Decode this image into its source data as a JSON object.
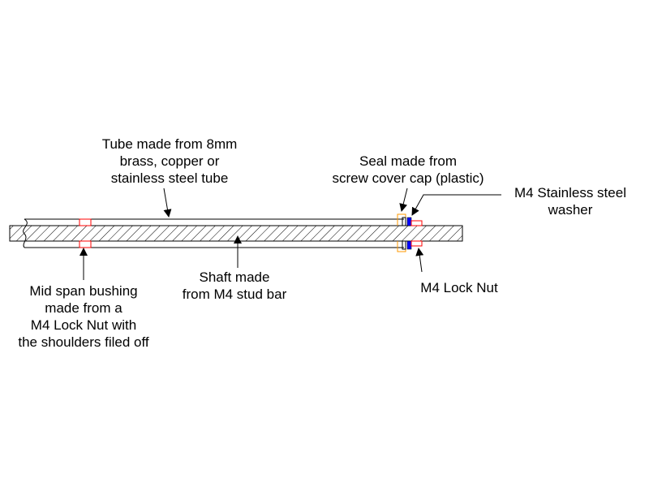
{
  "labels": {
    "tube": [
      "Tube made from 8mm",
      "brass, copper or",
      "stainless steel tube"
    ],
    "seal": [
      "Seal made from",
      "screw cover cap (plastic)"
    ],
    "washer": [
      "M4 Stainless steel",
      "washer"
    ],
    "bushing": [
      "Mid span bushing",
      "made from a",
      "M4 Lock Nut with",
      "the shoulders filed off"
    ],
    "shaft": [
      "Shaft made",
      "from M4 stud bar"
    ],
    "locknut": [
      "M4 Lock Nut"
    ]
  },
  "colors": {
    "line": "#000000",
    "bushing_outline": "#ff0000",
    "seal_outline": "#ff9900",
    "washer_fill": "#0000ff",
    "background": "#ffffff"
  }
}
